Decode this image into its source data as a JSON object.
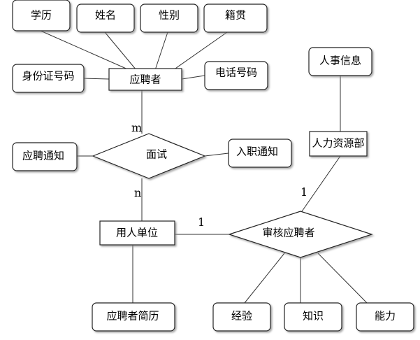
{
  "entities": {
    "applicant": "应聘者",
    "hr": "人力资源部",
    "employer": "用人单位"
  },
  "relationships": {
    "interview": "面试",
    "review": "审核应聘者"
  },
  "attributes": {
    "education": "学历",
    "name": "姓名",
    "gender": "性别",
    "native_place": "籍贯",
    "id_number": "身份证号码",
    "phone": "电话号码",
    "hr_info": "人事信息",
    "job_notice": "应聘通知",
    "hire_notice": "入职通知",
    "resume": "应聘者简历",
    "experience": "经验",
    "knowledge": "知识",
    "ability": "能力"
  },
  "cardinalities": {
    "applicant_interview": "m",
    "interview_employer": "n",
    "employer_review": "1",
    "hr_review": "1"
  }
}
